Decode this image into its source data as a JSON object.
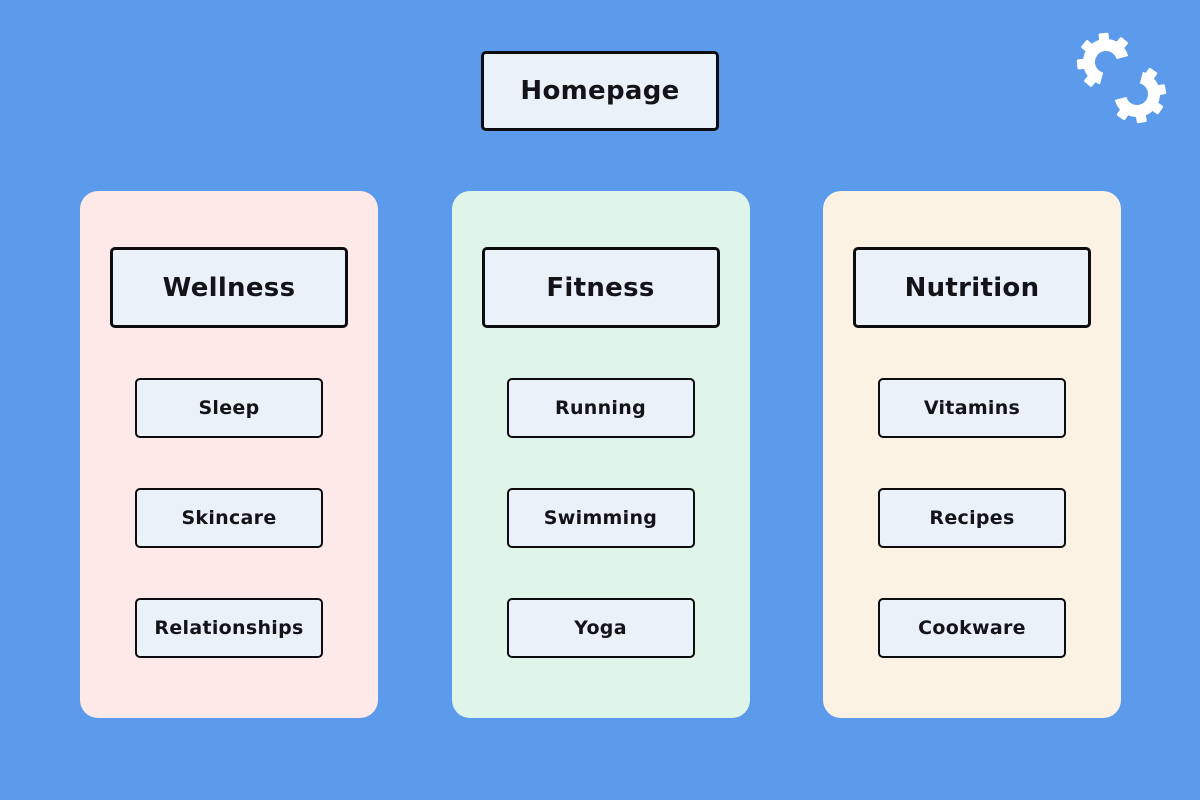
{
  "page": {
    "title": "Sitemap diagram"
  },
  "homepage": {
    "label": "Homepage"
  },
  "logo": {
    "icon": "interlocking-gears-icon",
    "color": "#FFFFFF"
  },
  "columns": [
    {
      "title": "Wellness",
      "color": "#FCE9E8",
      "items": [
        "Sleep",
        "Skincare",
        "Relationships"
      ]
    },
    {
      "title": "Fitness",
      "color": "#E0F5EA",
      "items": [
        "Running",
        "Swimming",
        "Yoga"
      ]
    },
    {
      "title": "Nutrition",
      "color": "#FCF2E4",
      "items": [
        "Vitamins",
        "Recipes",
        "Cookware"
      ]
    }
  ],
  "colors": {
    "background": "#5C9BEB",
    "node_fill": "#EAF1F9",
    "node_border": "#0D0D0F",
    "node_text": "#131318"
  }
}
